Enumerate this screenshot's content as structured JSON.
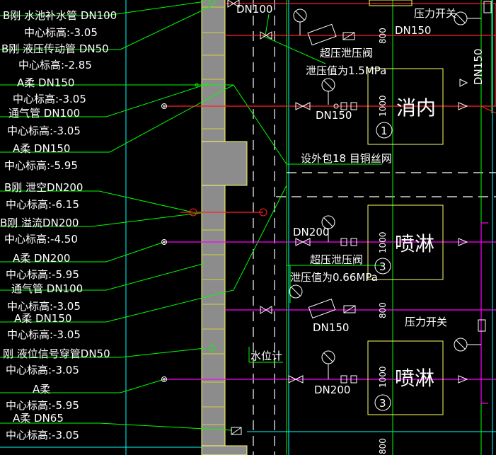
{
  "colors": {
    "background": "#000000",
    "wall_fill": "#8c8c8c",
    "wall_edge": "#ffff66",
    "leader": "#00ff00",
    "grid_cyan": "#00ffff",
    "red_pipe": "#ff2020",
    "magenta_pipe": "#ff00ff",
    "text": "#ffffff"
  },
  "left_labels": [
    {
      "text": "B刚 水池补水管 DN100"
    },
    {
      "text": "中心标高:-3.05"
    },
    {
      "text": "B刚 液压传动管 DN50"
    },
    {
      "text": "中心标高:-2.85"
    },
    {
      "text": "A柔 DN150"
    },
    {
      "text": "中心标高:-3.05"
    },
    {
      "text": "通气管 DN100"
    },
    {
      "text": "中心标高:-3.05"
    },
    {
      "text": "A柔 DN150"
    },
    {
      "text": "中心标高:-5.95"
    },
    {
      "text": "B刚  泄空DN200"
    },
    {
      "text": "中心标高:-6.15"
    },
    {
      "text": "B刚   溢流DN200"
    },
    {
      "text": "中心标高:-4.50"
    },
    {
      "text": "A柔 DN200"
    },
    {
      "text": "中心标高:-5.95"
    },
    {
      "text": "通气管 DN100"
    },
    {
      "text": "中心标高:-3.05"
    },
    {
      "text": "A柔 DN150"
    },
    {
      "text": "中心标高:-3.05"
    },
    {
      "text": "刚 液位信号穿管DN50"
    },
    {
      "text": "中心标高:-3.05"
    },
    {
      "text": "A柔"
    },
    {
      "text": "中心标高:-5.95"
    },
    {
      "text": "A柔 DN65"
    },
    {
      "text": "中心标高:-3.05"
    }
  ],
  "annotations": {
    "dn100_top": "DN100",
    "dn150_top_right": "DN150",
    "pressure_switch_top": "压力开关",
    "relief_valve_1": "超压泄压阀",
    "relief_value_1": "泄压值为1.5MPa",
    "dn150_mid": "DN150",
    "dn150_right_vertical": "DN150",
    "mesh_note": "设外包18 目铜丝网",
    "dn200_mid": "DN200",
    "relief_valve_2": "超压泄压阀",
    "relief_value_2": "泄压值为0.66MPa",
    "dn150_lower": "DN150",
    "pressure_switch_lower": "压力开关",
    "water_level_gauge": "水位计",
    "dn200_lower": "DN200"
  },
  "pumps": [
    {
      "name": "消内",
      "number": "1",
      "dim": "1000",
      "gap": "800"
    },
    {
      "name": "喷淋",
      "number": "3",
      "dim": "1000",
      "gap": "800"
    },
    {
      "name": "喷淋",
      "number": "3",
      "dim": "1000",
      "gap": "800"
    }
  ]
}
